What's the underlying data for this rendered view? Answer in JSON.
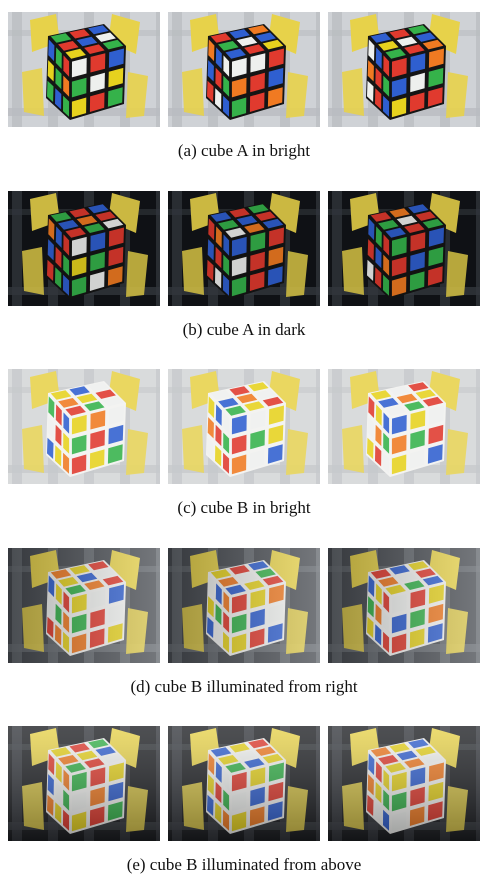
{
  "captions": [
    "(a)  cube A in bright",
    "(b)  cube A in dark",
    "(c)  cube B in bright",
    "(d)  cube B illuminated from right",
    "(e)  cube B illuminated from above"
  ],
  "colors": {
    "sticker_red": "#e03a2e",
    "sticker_green": "#35b24a",
    "sticker_blue": "#2f5fd0",
    "sticker_yellow": "#e6d21e",
    "sticker_orange": "#f07a22",
    "sticker_white": "#eef0ee",
    "cube_body_dark": "#151515",
    "cube_body_white": "#f2f2f0",
    "gripper_yellow": "#e7d24a",
    "frame_silver": "#b9bcc0"
  }
}
